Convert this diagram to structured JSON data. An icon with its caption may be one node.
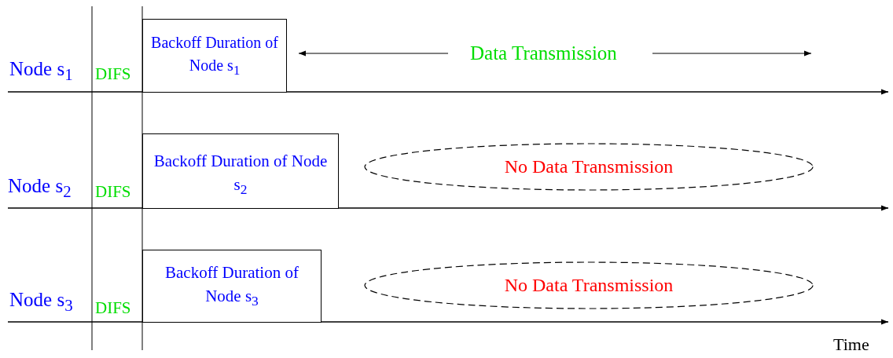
{
  "diagram": {
    "nodes": [
      {
        "text": [
          "Backoff Duration of Node s$_{1}$"
        ]
      },
      {
        "text": [
          "Backoff Duration of Node s$_{2}$"
        ]
      },
      {
        "text": [
          "Backoff Duration of Node s$_{3}$"
        ]
      },
      {
        "text": [
          "No Data Transmission"
        ]
      },
      {
        "text": [
          "No Data Transmission"
        ]
      }
    ],
    "labels": [
      "Node s$_{1}$",
      "DIFS",
      "Data Transmission",
      "Node s$_{2}$",
      "DIFS",
      "Node s$_{3}$",
      "DIFS",
      "Time"
    ]
  }
}
